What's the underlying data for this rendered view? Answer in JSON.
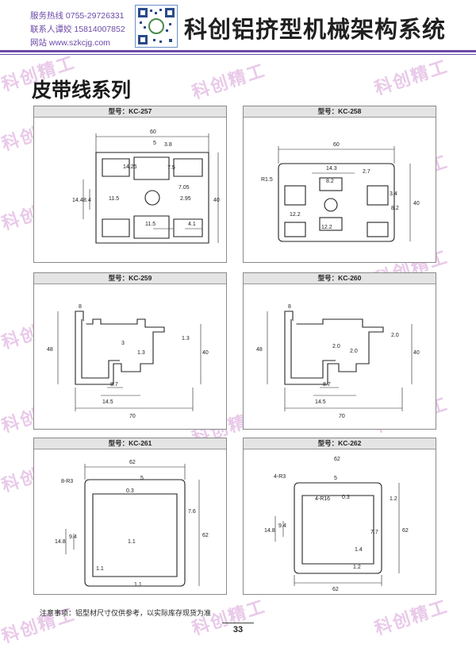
{
  "header": {
    "hotline": "服务热线 0755-29726331",
    "contact": "联系人谭姣 15814007852",
    "website": "网站 www.szkcjg.com",
    "brand": "科创铝挤型机械架构系统"
  },
  "section_title": "皮带线系列",
  "watermark_text": "科创精工",
  "panels": [
    {
      "label": "型号：KC-257",
      "dims": [
        "60",
        "3.8",
        "14.25",
        "7.5",
        "7.05",
        "2.95",
        "11.5",
        "8.4",
        "14.4",
        "11.5",
        "4.1",
        "40",
        "5"
      ]
    },
    {
      "label": "型号：KC-258",
      "dims": [
        "60",
        "14.3",
        "8.2",
        "2.7",
        "3.4",
        "8.2",
        "12.2",
        "12.2",
        "40",
        "R1.5"
      ]
    },
    {
      "label": "型号：KC-259",
      "dims": [
        "8",
        "48",
        "1.3",
        "3",
        "1.3",
        "40",
        "8.7",
        "14.5",
        "70"
      ]
    },
    {
      "label": "型号：KC-260",
      "dims": [
        "8",
        "48",
        "2.0",
        "2.0",
        "2.0",
        "40",
        "8.7",
        "14.5",
        "70"
      ]
    },
    {
      "label": "型号：KC-261",
      "dims": [
        "62",
        "8-R3",
        "5",
        "0.3",
        "7.6",
        "14.8",
        "9.4",
        "1.1",
        "1.1",
        "1.1",
        "62"
      ]
    },
    {
      "label": "型号：KC-262",
      "dims": [
        "62",
        "4-R3",
        "5",
        "4-R16",
        "0.3",
        "1.2",
        "14.8",
        "9.4",
        "7.7",
        "1.4",
        "1.2",
        "62",
        "62"
      ]
    }
  ],
  "note": "注意事项：铝型材尺寸仅供参考，以实际库存现货为准",
  "page_number": "33",
  "colors": {
    "accent": "#6c4aa8",
    "watermark": "#e9c9e9"
  }
}
